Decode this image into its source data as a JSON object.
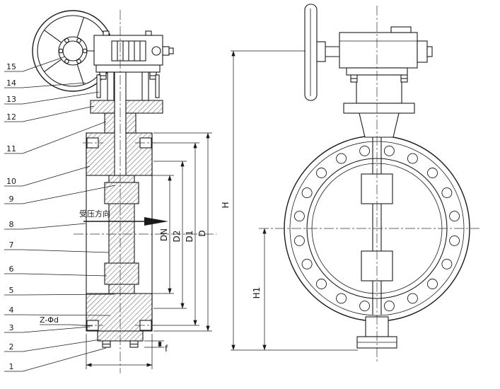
{
  "colors": {
    "ink": "#1a1a1a",
    "paper": "#ffffff"
  },
  "callouts": {
    "parts": [
      "1",
      "2",
      "3",
      "4",
      "5",
      "6",
      "7",
      "8",
      "9",
      "10",
      "11",
      "12",
      "13",
      "14",
      "15"
    ],
    "bolt_spec": "Z-Φd"
  },
  "dimensions": {
    "bore": "DN",
    "seal_face": "D2",
    "bolt_circle": "D1",
    "flange_od": "D",
    "total_height": "H",
    "lower_height": "H1",
    "face_thickness": "f"
  },
  "annotations": {
    "pressure_direction": "受压方向"
  }
}
